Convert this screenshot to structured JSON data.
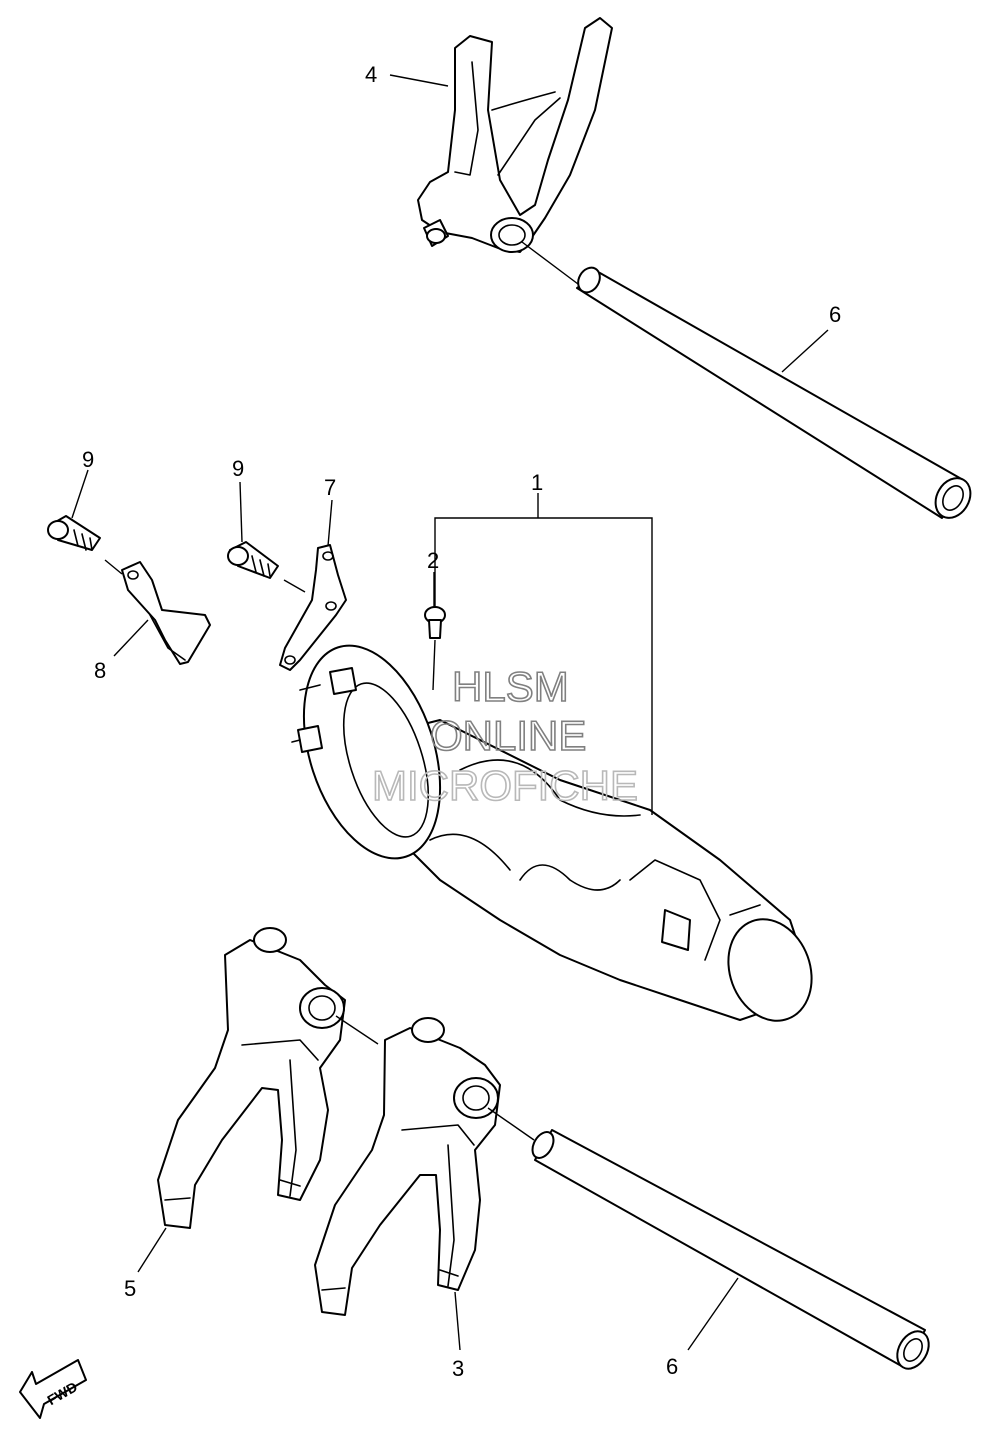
{
  "callouts": {
    "c1": "1",
    "c2": "2",
    "c3": "3",
    "c4": "4",
    "c5": "5",
    "c6_upper": "6",
    "c6_lower": "6",
    "c7": "7",
    "c8": "8",
    "c9_left": "9",
    "c9_right": "9"
  },
  "watermark": {
    "line1": "HLSM",
    "line2": "ONLINE",
    "line3": "MICROFICHE",
    "color": "#808080"
  },
  "fwd_badge": {
    "label": "FWD"
  }
}
